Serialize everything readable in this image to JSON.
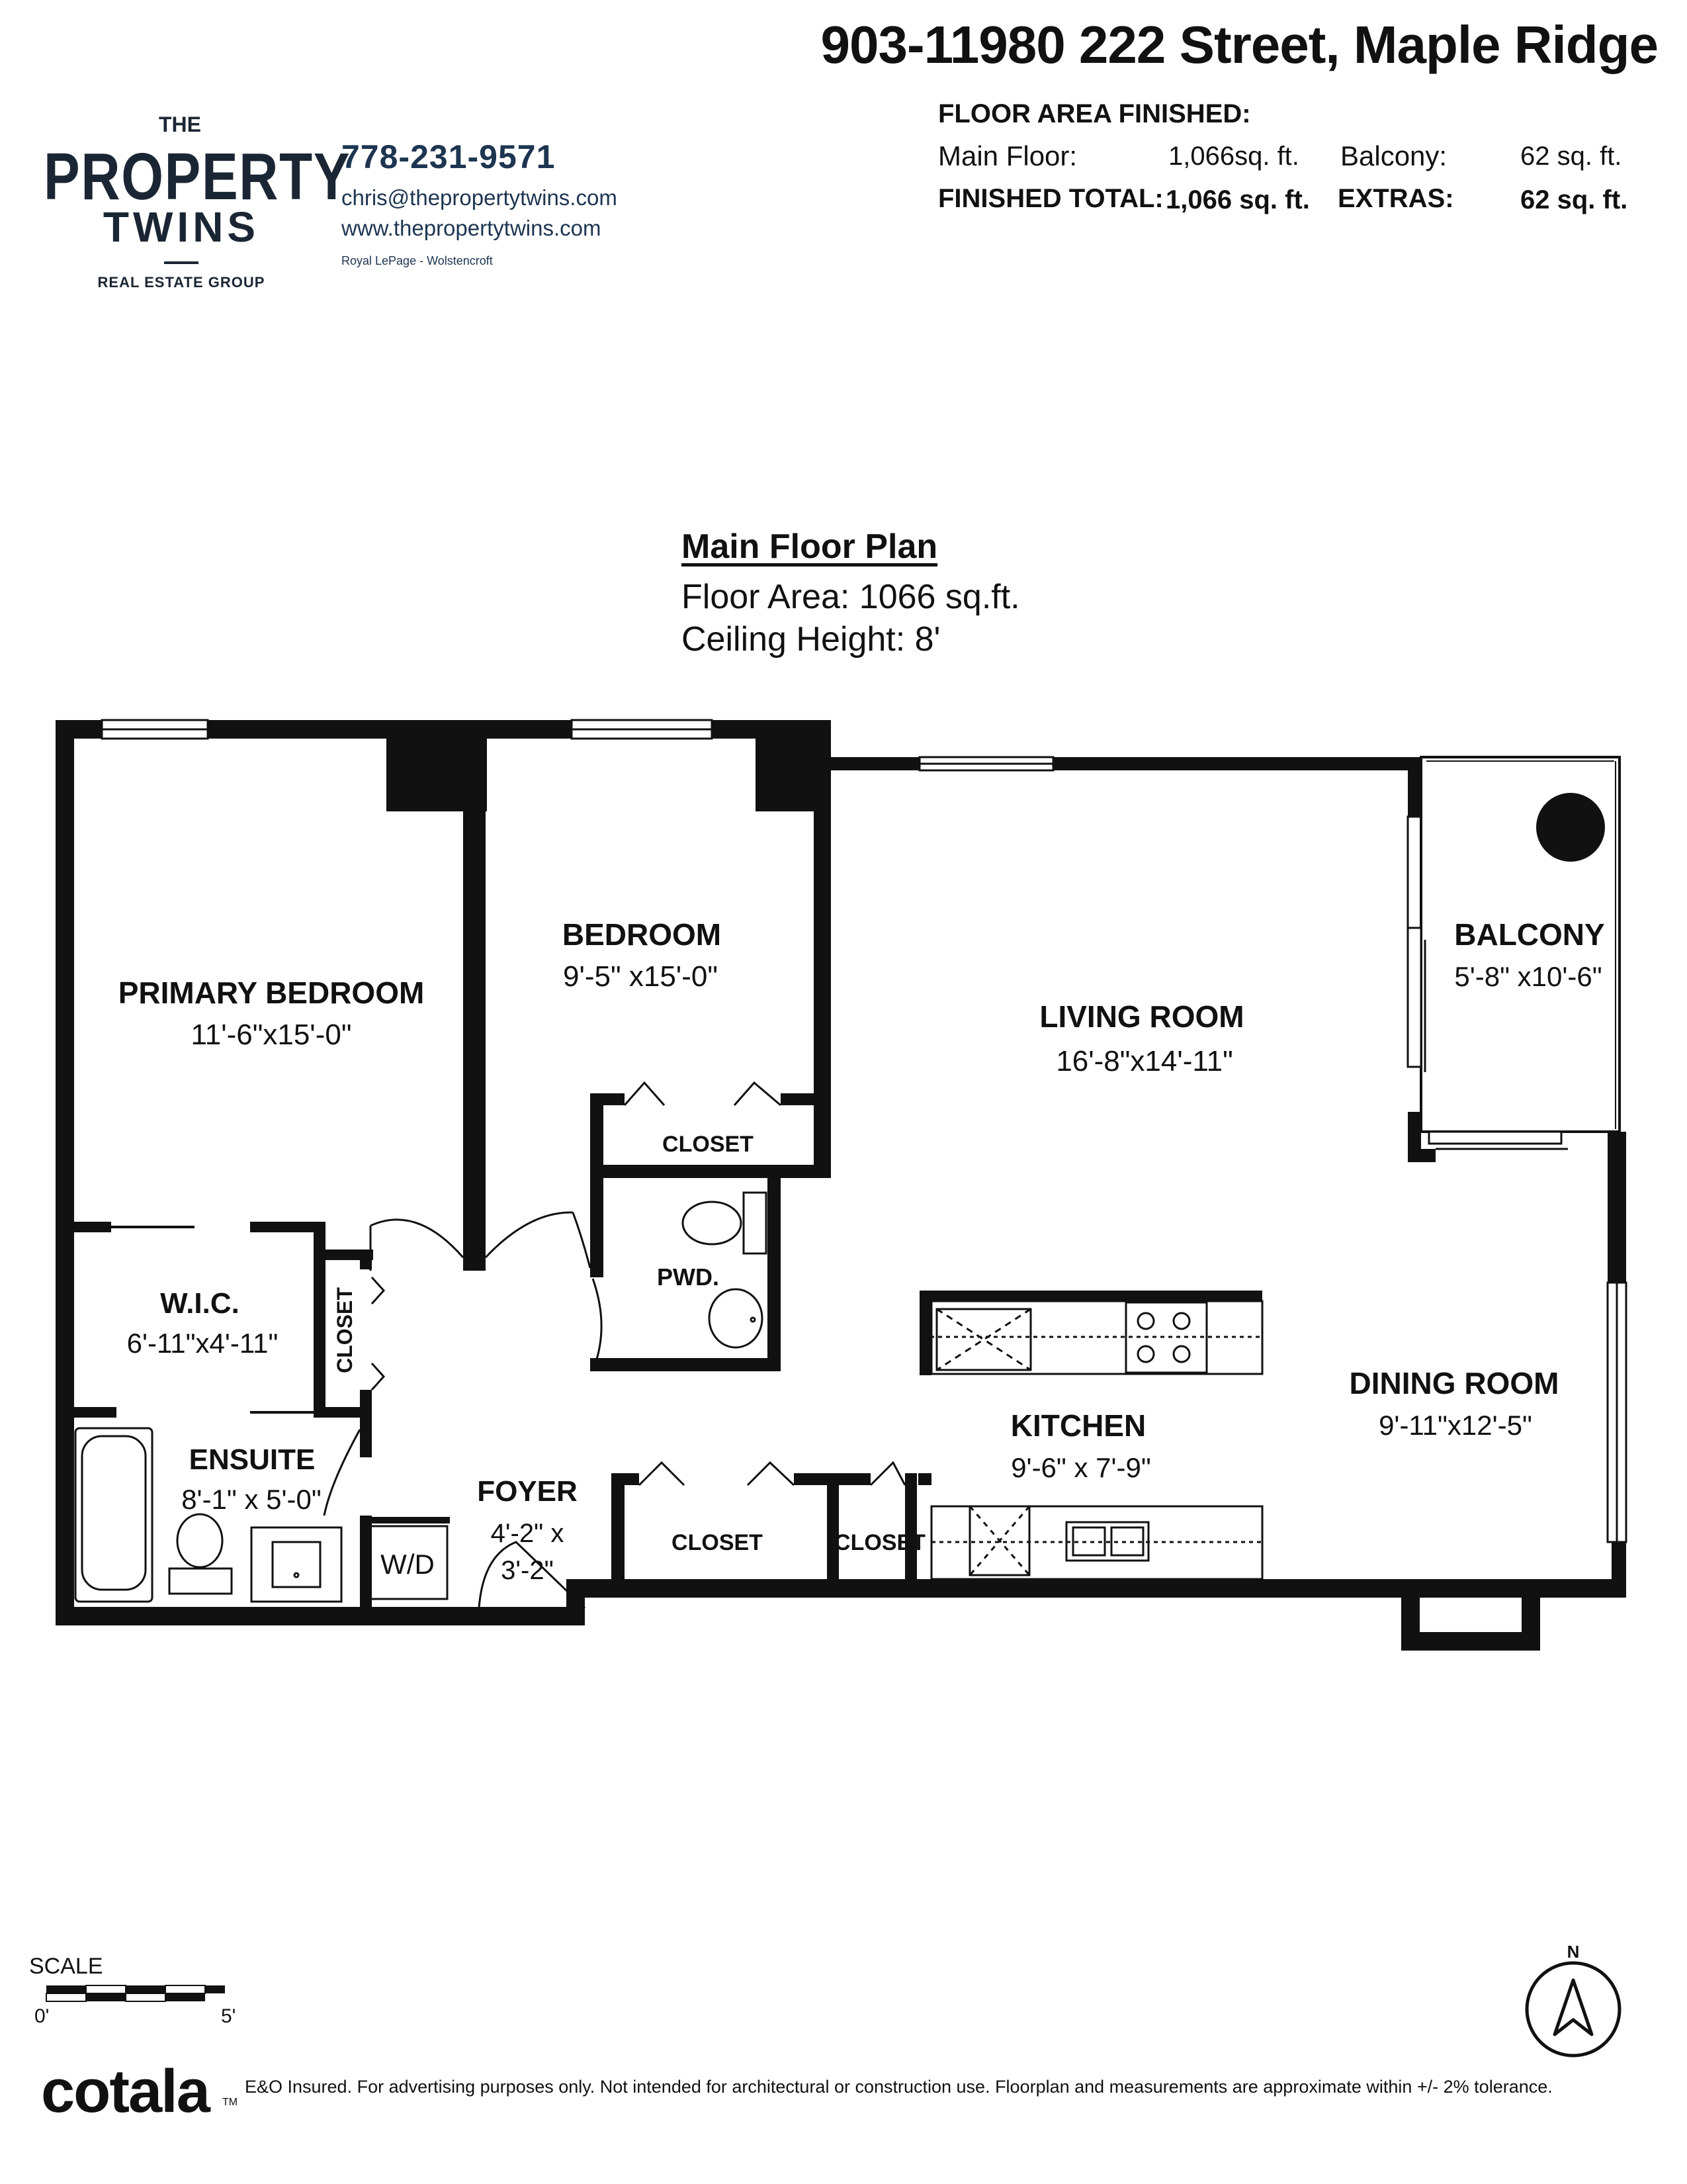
{
  "header": {
    "address": "903-11980 222 Street, Maple Ridge"
  },
  "brand": {
    "logo_the": "THE",
    "logo_property": "PROPERTY",
    "logo_twins": "TWINS",
    "logo_group": "REAL ESTATE GROUP",
    "phone": "778-231-9571",
    "email": "chris@thepropertytwins.com",
    "website": "www.thepropertytwins.com",
    "brokerage": "Royal LePage - Wolstencroft",
    "color": "#1b2634"
  },
  "floor_area": {
    "heading": "FLOOR AREA FINISHED:",
    "main_label": "Main Floor:",
    "main_value": "1,066sq. ft.",
    "balcony_label": "Balcony:",
    "balcony_value": "62 sq. ft.",
    "total_label": "FINISHED TOTAL:",
    "total_value": "1,066 sq. ft.",
    "extras_label": "EXTRAS:",
    "extras_value": "62 sq. ft."
  },
  "plan": {
    "title": "Main Floor Plan",
    "area": "Floor Area: 1066 sq.ft.",
    "ceiling": "Ceiling Height: 8'"
  },
  "rooms": {
    "primary_bedroom": {
      "name": "PRIMARY BEDROOM",
      "dims": "11'-6\"x15'-0\""
    },
    "bedroom": {
      "name": "BEDROOM",
      "dims": "9'-5\" x15'-0\""
    },
    "living_room": {
      "name": "LIVING ROOM",
      "dims": "16'-8\"x14'-11\""
    },
    "balcony": {
      "name": "BALCONY",
      "dims": "5'-8\" x10'-6\""
    },
    "wic": {
      "name": "W.I.C.",
      "dims": "6'-11\"x4'-11\""
    },
    "ensuite": {
      "name": "ENSUITE",
      "dims": "8'-1\" x 5'-0\""
    },
    "foyer": {
      "name": "FOYER",
      "dims1": "4'-2\" x",
      "dims2": "3'-2\""
    },
    "kitchen": {
      "name": "KITCHEN",
      "dims": "9'-6\" x 7'-9\""
    },
    "dining_room": {
      "name": "DINING ROOM",
      "dims": "9'-11\"x12'-5\""
    },
    "closet_bedroom": "CLOSET",
    "closet_hall": "CLOSET",
    "closet_foyer1": "CLOSET",
    "closet_foyer2": "CLOSET",
    "pwd": "PWD.",
    "wd": "W/D"
  },
  "scale": {
    "label": "SCALE",
    "start": "0'",
    "end": "5'"
  },
  "compass": {
    "north": "N"
  },
  "footer": {
    "logo": "cotala",
    "tm": "TM",
    "disclaimer": "E&O Insured. For advertising purposes only. Not intended for architectural or construction use. Floorplan and measurements are approximate within +/- 2% tolerance."
  }
}
